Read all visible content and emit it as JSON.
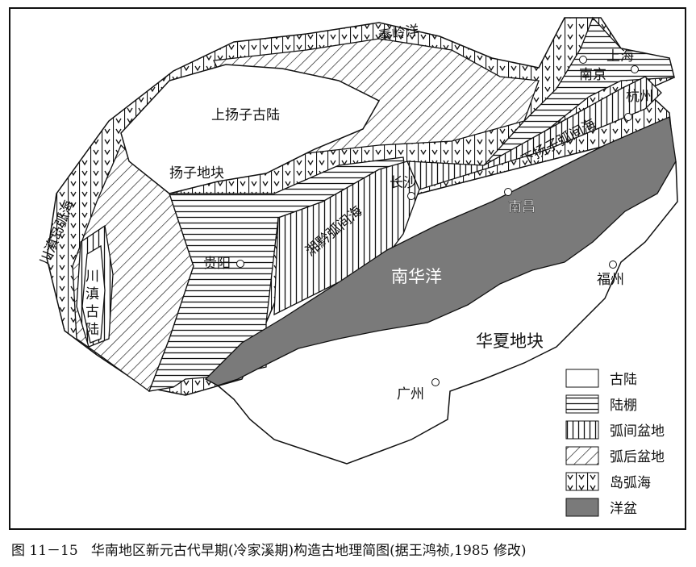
{
  "map": {
    "labels": {
      "qinling_ocean": "秦岭洋",
      "upper_yangtze_oldland": "上扬子古陆",
      "yangtze_block": "扬子地块",
      "chuandian_arc_sea": "川滇岛弧海",
      "chuandian_oldland": "川\n滇\n古\n陆",
      "xiangqian_interarc_sea": "湘黔弧间海",
      "lower_yangtze_interarc_sea": "下扬子弧间海",
      "south_china_ocean": "南华洋",
      "cathaysia_block": "华夏地块"
    },
    "cities": {
      "shanghai": "上海",
      "nanjing": "南京",
      "hangzhou": "杭州",
      "changsha": "长沙",
      "nanchang": "南昌",
      "guiyang": "贵阳",
      "fuzhou": "福州",
      "guangzhou": "广州"
    },
    "legend": [
      {
        "label": "古陆",
        "pattern": "blank"
      },
      {
        "label": "陆棚",
        "pattern": "horizontal-lines"
      },
      {
        "label": "弧间盆地",
        "pattern": "vertical-lines"
      },
      {
        "label": "弧后盆地",
        "pattern": "diagonal-lines"
      },
      {
        "label": "岛弧海",
        "pattern": "v-marks"
      },
      {
        "label": "洋盆",
        "pattern": "gray-fill"
      }
    ],
    "colors": {
      "ocean_basin": "#7a7a7a",
      "line": "#111111"
    }
  },
  "caption": "图 11－15   华南地区新元古代早期(冷家溪期)构造古地理简图(据王鸿祯,1985 修改)"
}
